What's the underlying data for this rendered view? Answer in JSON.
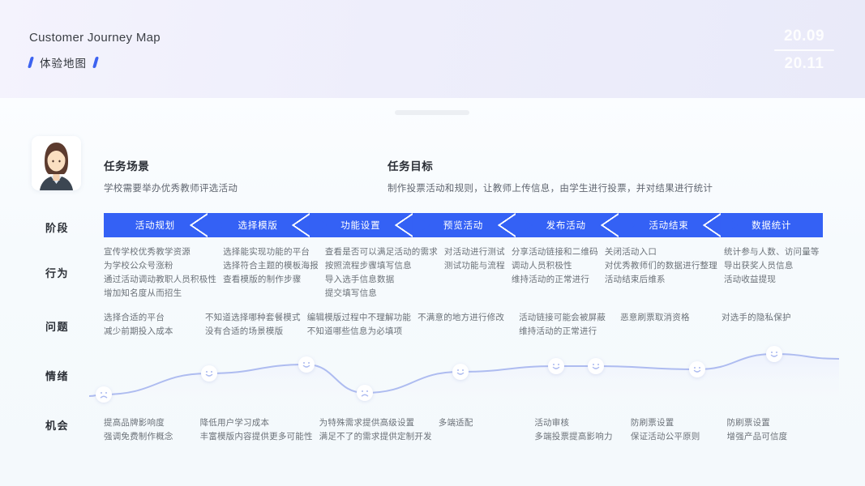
{
  "header": {
    "title": "Customer Journey Map",
    "subtitle": "体验地图",
    "date_start": "20.09",
    "date_end": "20.11"
  },
  "info": {
    "scene_heading": "任务场景",
    "scene_text": "学校需要举办优秀教师评选活动",
    "goal_heading": "任务目标",
    "goal_text": "制作投票活动和规则，让教师上传信息，由学生进行投票，并对结果进行统计"
  },
  "row_labels": {
    "stage": "阶段",
    "behavior": "行为",
    "problem": "问题",
    "emotion": "情绪",
    "opportunity": "机会"
  },
  "stages": [
    "活动规划",
    "选择模版",
    "功能设置",
    "预览活动",
    "发布活动",
    "活动结束",
    "数据统计"
  ],
  "behaviors": [
    [
      "宣传学校优秀教学资源",
      "为学校公众号涨粉",
      "通过活动调动教职人员积极性",
      "增加知名度从而招生"
    ],
    [
      "选择能实现功能的平台",
      "选择符合主题的模板海报",
      "查看模版的制作步骤"
    ],
    [
      "查看是否可以满足活动的需求",
      "按照流程步骤填写信息",
      "导入选手信息数据",
      "提交填写信息"
    ],
    [
      "对活动进行测试",
      "测试功能与流程"
    ],
    [
      "分享活动链接和二维码",
      "调动人员积极性",
      "维持活动的正常进行"
    ],
    [
      "关闭活动入口",
      "对优秀教师们的数据进行整理",
      "活动结束后维系"
    ],
    [
      "统计参与人数、访问量等",
      "导出获奖人员信息",
      "活动收益提现"
    ]
  ],
  "problems": [
    [
      "选择合适的平台",
      "减少前期投入成本"
    ],
    [
      "不知道选择哪种套餐模式",
      "没有合适的场景模版"
    ],
    [
      "编辑模版过程中不理解功能",
      "不知道哪些信息为必填项"
    ],
    [
      "不满意的地方进行修改"
    ],
    [
      "活动链接可能会被屏蔽",
      "维持活动的正常进行"
    ],
    [
      "恶意刷票取消资格"
    ],
    [
      "对选手的隐私保护"
    ]
  ],
  "opportunities": [
    [
      "提高品牌影响度",
      "强调免费制作概念"
    ],
    [
      "降低用户学习成本",
      "丰富模版内容提供更多可能性"
    ],
    [
      "为特殊需求提供高级设置",
      "满足不了的需求提供定制开发"
    ],
    [
      "多端适配"
    ],
    [
      "活动审核",
      "多端投票提高影响力"
    ],
    [
      "防刷票设置",
      "保证活动公平原则"
    ],
    [
      "防刷票设置",
      "增强产品可信度"
    ]
  ],
  "chart_data": {
    "type": "line",
    "title": "情绪",
    "xlabel": "",
    "ylabel": "",
    "grid": false,
    "legend": "none",
    "categories": [
      "活动规划",
      "选择模版",
      "功能设置",
      "预览活动",
      "发布活动",
      "活动结束",
      "数据统计"
    ],
    "points": [
      {
        "x": 128,
        "y": 487,
        "mood": "sad"
      },
      {
        "x": 258,
        "y": 461,
        "mood": "happy"
      },
      {
        "x": 378,
        "y": 450,
        "mood": "happy"
      },
      {
        "x": 450,
        "y": 485,
        "mood": "sad"
      },
      {
        "x": 568,
        "y": 459,
        "mood": "happy"
      },
      {
        "x": 686,
        "y": 452,
        "mood": "happy"
      },
      {
        "x": 735,
        "y": 452,
        "mood": "happy"
      },
      {
        "x": 860,
        "y": 456,
        "mood": "happy"
      },
      {
        "x": 955,
        "y": 437,
        "mood": "happy"
      }
    ],
    "moods": [
      "sad",
      "happy",
      "happy",
      "sad",
      "happy",
      "happy",
      "happy",
      "happy",
      "happy"
    ],
    "values": [
      1,
      4,
      5,
      2,
      4,
      4,
      4,
      4,
      6
    ],
    "ylim": [
      0,
      7
    ],
    "line_color": "#aebcf0",
    "fill_color": "#eef2fd"
  },
  "colors": {
    "accent": "#3461f5",
    "header_bg": "#eeeefb",
    "panel_bg": "#f7fafd",
    "text_primary": "#2b2f36",
    "text_secondary": "#6b7178",
    "curve": "#aebcf0"
  }
}
